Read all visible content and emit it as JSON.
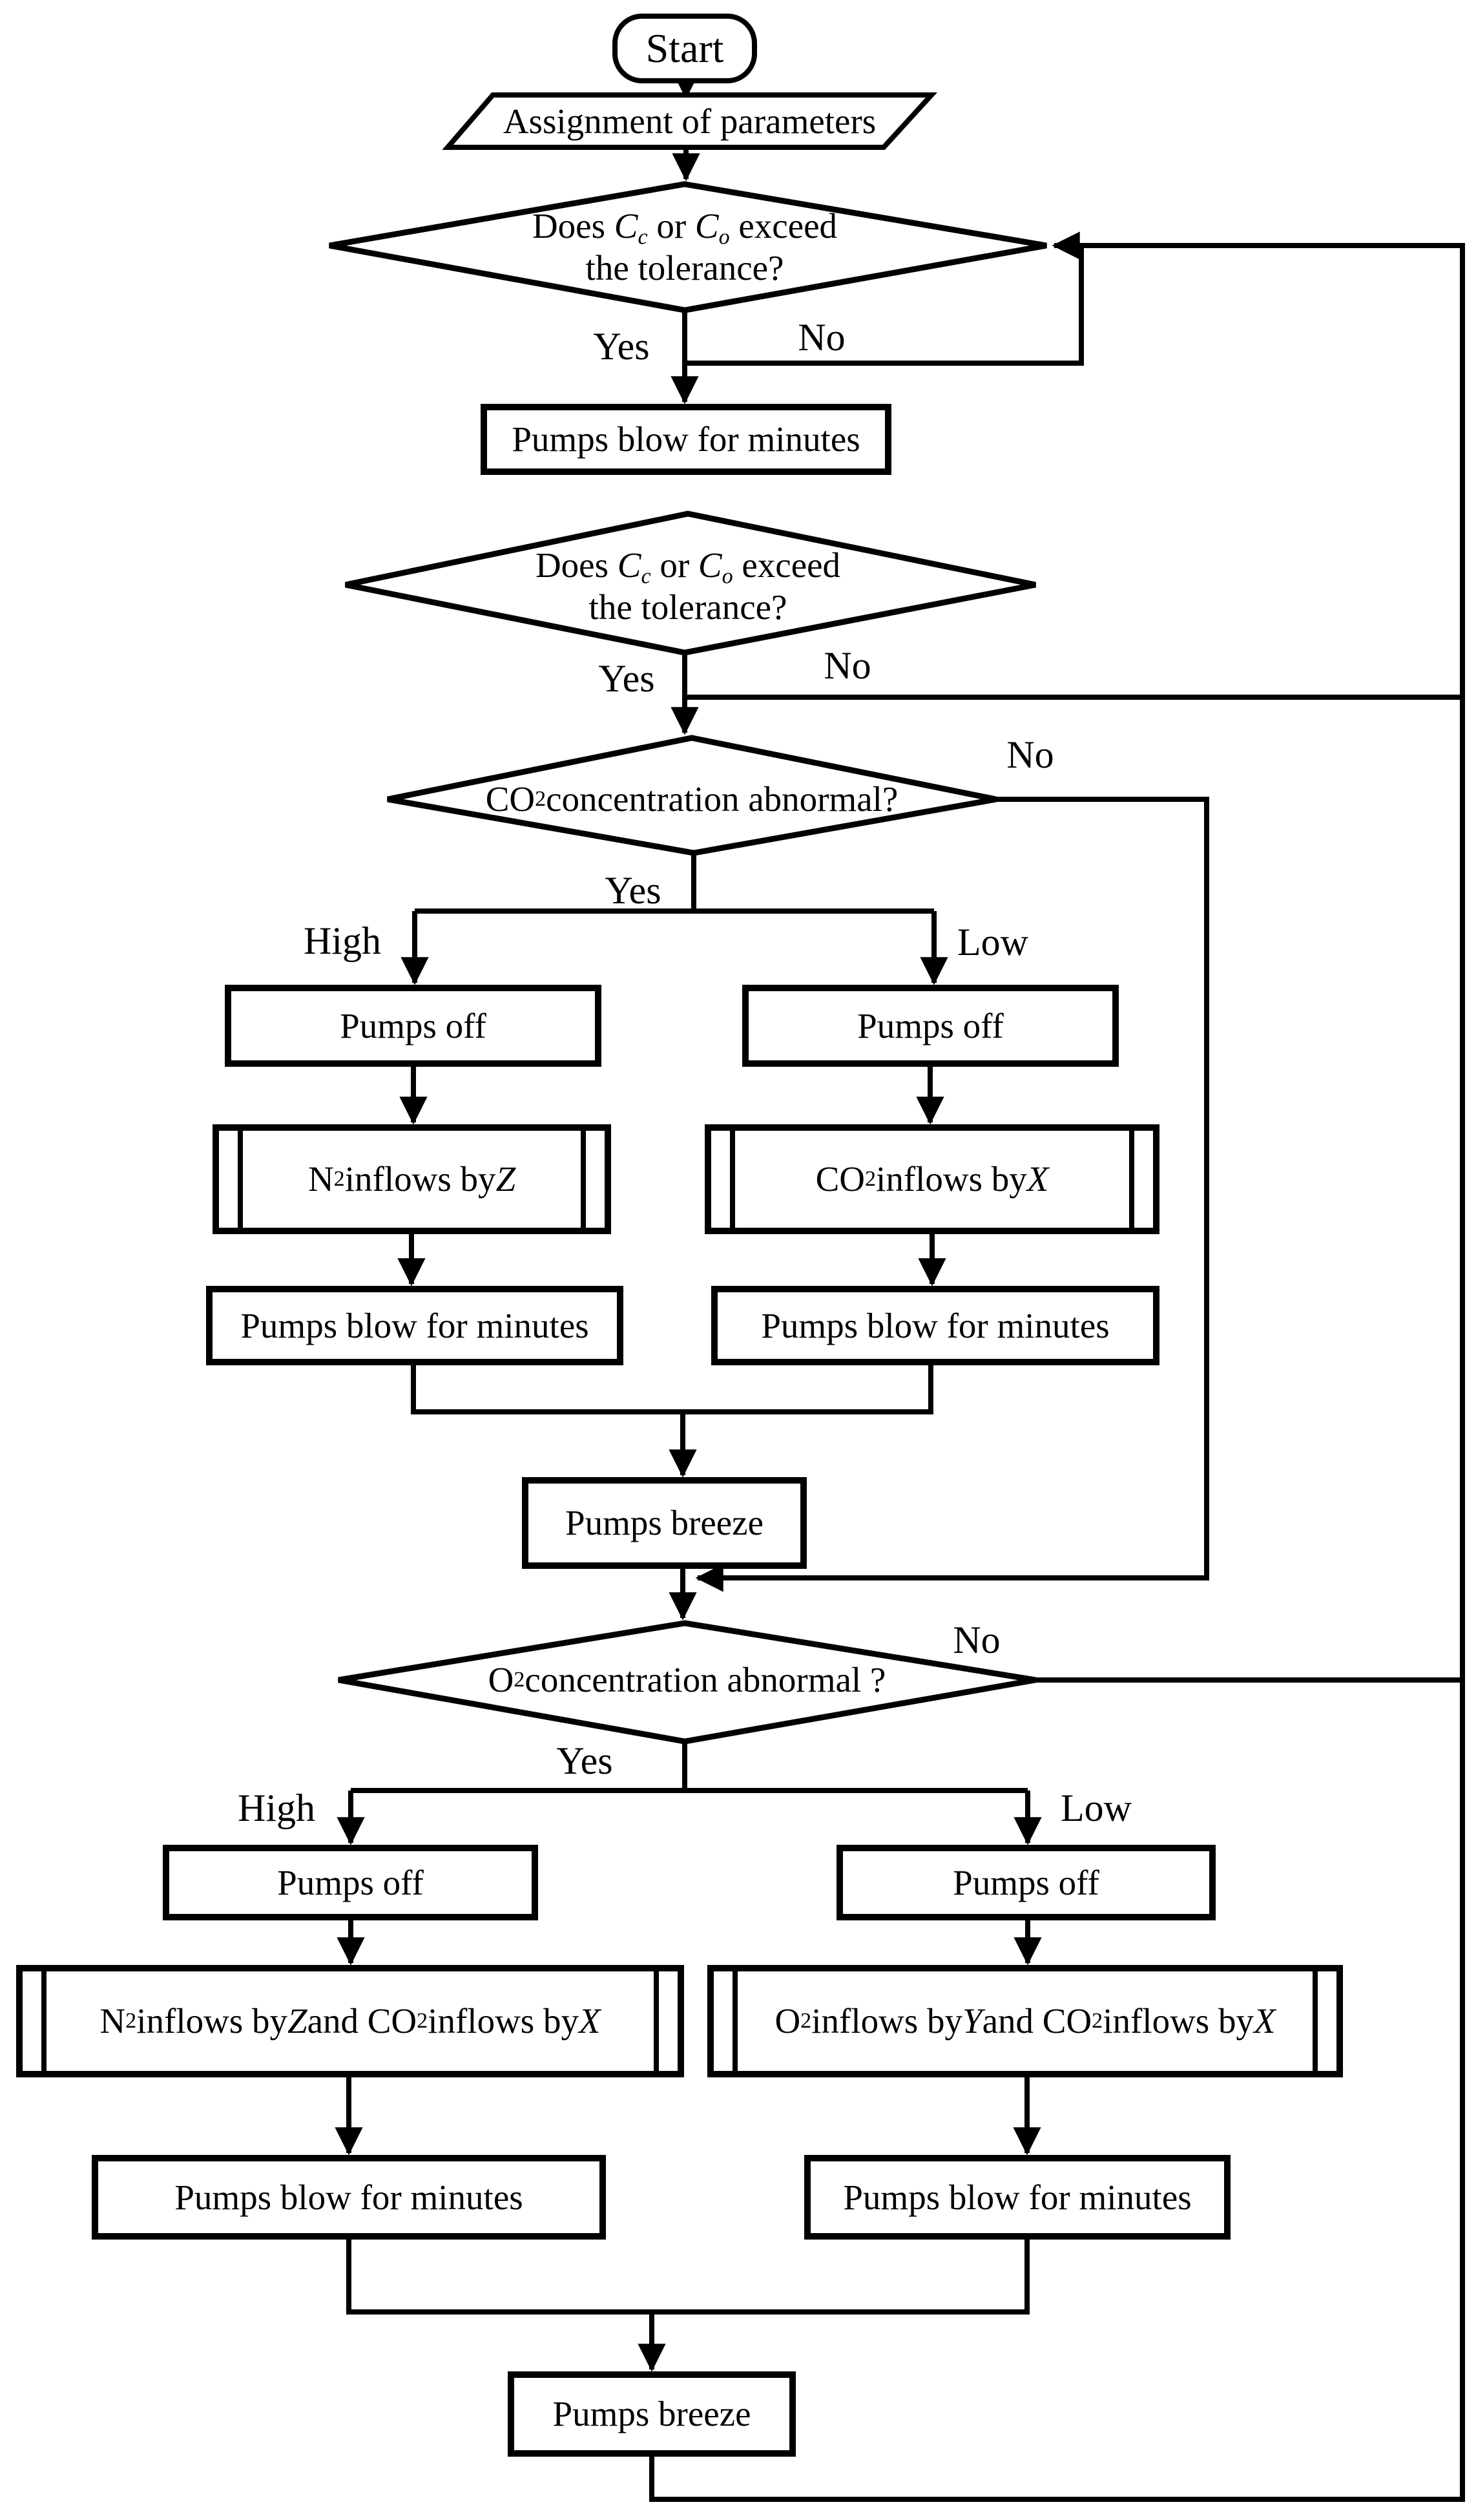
{
  "diagram": {
    "type": "flowchart",
    "background_color": "#ffffff",
    "line_color": "#000000",
    "branch_labels": {
      "yes": "Yes",
      "no": "No",
      "high": "High",
      "low": "Low"
    },
    "nodes": {
      "start": {
        "type": "terminator",
        "text": "Start"
      },
      "assign": {
        "type": "input",
        "text": "Assignment of parameters"
      },
      "check_tolerance_1": {
        "type": "decision",
        "line1": [
          {
            "t": "Does "
          },
          {
            "t": "C",
            "s": "i"
          },
          {
            "t": "c",
            "s": "isub"
          },
          {
            "t": " or "
          },
          {
            "t": "C",
            "s": "i"
          },
          {
            "t": "o",
            "s": "isub"
          },
          {
            "t": " exceed"
          }
        ],
        "line2": "the tolerance?"
      },
      "blow_1": {
        "type": "process",
        "text": "Pumps blow for minutes"
      },
      "check_tolerance_2": {
        "type": "decision",
        "line1": [
          {
            "t": "Does "
          },
          {
            "t": "C",
            "s": "i"
          },
          {
            "t": "c",
            "s": "isub"
          },
          {
            "t": " or "
          },
          {
            "t": "C",
            "s": "i"
          },
          {
            "t": "o",
            "s": "isub"
          },
          {
            "t": " exceed"
          }
        ],
        "line2": "the tolerance?"
      },
      "co2_abnormal": {
        "type": "decision",
        "parts": [
          {
            "t": "CO"
          },
          {
            "t": "2",
            "s": "sub"
          },
          {
            "t": " concentration abnormal?"
          }
        ]
      },
      "pumps_off_co2_high": {
        "type": "process",
        "text": "Pumps off"
      },
      "pumps_off_co2_low": {
        "type": "process",
        "text": "Pumps off"
      },
      "n2_inflow": {
        "type": "predefined",
        "parts": [
          {
            "t": "N"
          },
          {
            "t": "2",
            "s": "sub"
          },
          {
            "t": " inflows by "
          },
          {
            "t": "Z",
            "s": "i"
          }
        ]
      },
      "co2_inflow": {
        "type": "predefined",
        "parts": [
          {
            "t": "CO"
          },
          {
            "t": "2",
            "s": "sub"
          },
          {
            "t": " inflows by "
          },
          {
            "t": "X",
            "s": "i"
          }
        ]
      },
      "blow_co2_high": {
        "type": "process",
        "text": "Pumps blow for minutes"
      },
      "blow_co2_low": {
        "type": "process",
        "text": "Pumps blow for minutes"
      },
      "breeze_1": {
        "type": "process",
        "text": "Pumps breeze"
      },
      "o2_abnormal": {
        "type": "decision",
        "parts": [
          {
            "t": "O"
          },
          {
            "t": "2",
            "s": "sub"
          },
          {
            "t": " concentration abnormal ?"
          }
        ]
      },
      "pumps_off_o2_high": {
        "type": "process",
        "text": "Pumps off"
      },
      "pumps_off_o2_low": {
        "type": "process",
        "text": "Pumps off"
      },
      "n2_co2_inflow": {
        "type": "predefined",
        "parts": [
          {
            "t": "N"
          },
          {
            "t": "2",
            "s": "sub"
          },
          {
            "t": " inflows by "
          },
          {
            "t": "Z",
            "s": "i"
          },
          {
            "t": " and CO"
          },
          {
            "t": "2",
            "s": "sub"
          },
          {
            "t": " inflows by "
          },
          {
            "t": "X",
            "s": "i"
          }
        ]
      },
      "o2_co2_inflow": {
        "type": "predefined",
        "parts": [
          {
            "t": "O"
          },
          {
            "t": "2",
            "s": "sub"
          },
          {
            "t": " inflows by "
          },
          {
            "t": "Y",
            "s": "i"
          },
          {
            "t": " and CO"
          },
          {
            "t": "2",
            "s": "sub"
          },
          {
            "t": " inflows by "
          },
          {
            "t": "X",
            "s": "i"
          }
        ]
      },
      "blow_o2_high": {
        "type": "process",
        "text": "Pumps blow for minutes"
      },
      "blow_o2_low": {
        "type": "process",
        "text": "Pumps blow for minutes"
      },
      "breeze_2": {
        "type": "process",
        "text": "Pumps breeze"
      }
    },
    "edges": [
      {
        "from": "start",
        "to": "assign"
      },
      {
        "from": "assign",
        "to": "check_tolerance_1"
      },
      {
        "from": "check_tolerance_1",
        "to": "blow_1",
        "label": "Yes"
      },
      {
        "from": "check_tolerance_1",
        "to": "check_tolerance_1",
        "label": "No"
      },
      {
        "from": "blow_1",
        "to": "check_tolerance_2"
      },
      {
        "from": "check_tolerance_2",
        "to": "co2_abnormal",
        "label": "Yes"
      },
      {
        "from": "check_tolerance_2",
        "to": "check_tolerance_1",
        "label": "No"
      },
      {
        "from": "co2_abnormal",
        "to": "pumps_off_co2_high",
        "label": "Yes / High"
      },
      {
        "from": "co2_abnormal",
        "to": "pumps_off_co2_low",
        "label": "Yes / Low"
      },
      {
        "from": "co2_abnormal",
        "to": "o2_abnormal",
        "label": "No"
      },
      {
        "from": "pumps_off_co2_high",
        "to": "n2_inflow"
      },
      {
        "from": "pumps_off_co2_low",
        "to": "co2_inflow"
      },
      {
        "from": "n2_inflow",
        "to": "blow_co2_high"
      },
      {
        "from": "co2_inflow",
        "to": "blow_co2_low"
      },
      {
        "from": "blow_co2_high",
        "to": "breeze_1"
      },
      {
        "from": "blow_co2_low",
        "to": "breeze_1"
      },
      {
        "from": "breeze_1",
        "to": "o2_abnormal"
      },
      {
        "from": "o2_abnormal",
        "to": "pumps_off_o2_high",
        "label": "Yes / High"
      },
      {
        "from": "o2_abnormal",
        "to": "pumps_off_o2_low",
        "label": "Yes / Low"
      },
      {
        "from": "o2_abnormal",
        "to": "check_tolerance_1",
        "label": "No"
      },
      {
        "from": "pumps_off_o2_high",
        "to": "n2_co2_inflow"
      },
      {
        "from": "pumps_off_o2_low",
        "to": "o2_co2_inflow"
      },
      {
        "from": "n2_co2_inflow",
        "to": "blow_o2_high"
      },
      {
        "from": "o2_co2_inflow",
        "to": "blow_o2_low"
      },
      {
        "from": "blow_o2_high",
        "to": "breeze_2"
      },
      {
        "from": "blow_o2_low",
        "to": "breeze_2"
      },
      {
        "from": "breeze_2",
        "to": "check_tolerance_1"
      }
    ]
  }
}
